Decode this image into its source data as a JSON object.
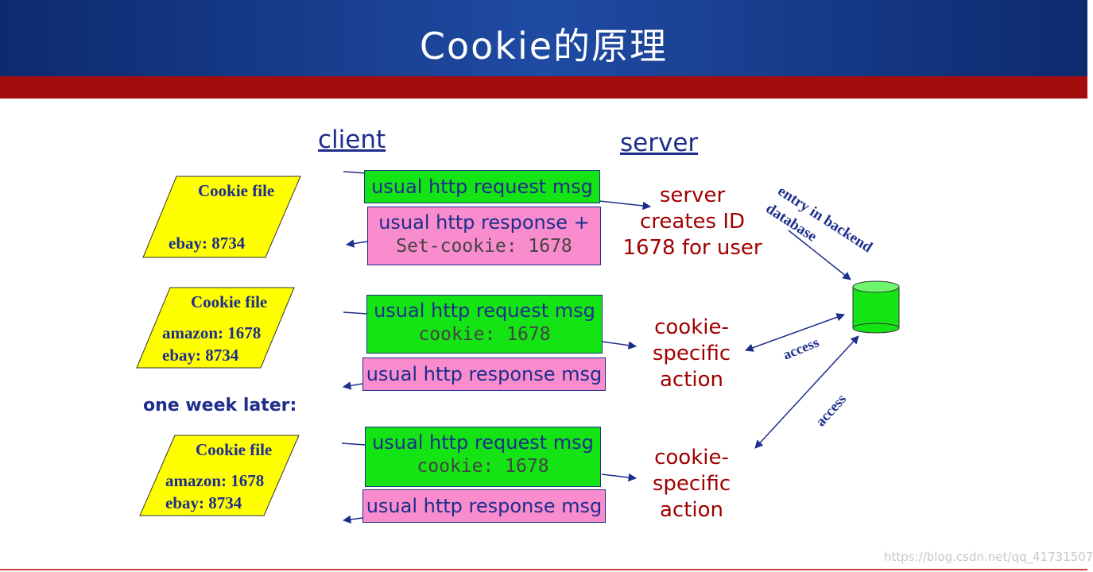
{
  "title": "Cookie的原理",
  "labels": {
    "client": "client",
    "server": "server",
    "one_week_later": "one week later:"
  },
  "cookie_files": [
    {
      "header": "Cookie file",
      "entries": [
        "ebay: 8734"
      ]
    },
    {
      "header": "Cookie file",
      "entries": [
        "amazon: 1678",
        "ebay: 8734"
      ]
    },
    {
      "header": "Cookie file",
      "entries": [
        "amazon: 1678",
        "ebay: 8734"
      ]
    }
  ],
  "messages": {
    "req1": "usual http request msg",
    "resp1_line1": "usual http response +",
    "resp1_line2": "Set-cookie: 1678",
    "req2_line1": "usual http request msg",
    "req2_line2": "cookie: 1678",
    "resp2": "usual http response msg",
    "req3_line1": "usual http request msg",
    "req3_line2": "cookie: 1678",
    "resp3": "usual http response msg"
  },
  "server_actions": {
    "create": [
      "server",
      "creates ID",
      "1678 for user"
    ],
    "action1": [
      "cookie-",
      "specific",
      "action"
    ],
    "action2": [
      "cookie-",
      "specific",
      "action"
    ]
  },
  "database": {
    "label_line1": "entry in backend",
    "label_line2": "database",
    "access1": "access",
    "access2": "access"
  },
  "watermark": "https://blog.csdn.net/qq_41731507",
  "colors": {
    "header": "#1f4ba3",
    "redbar": "#a30d0d",
    "request": "#14e314",
    "response": "#f98ccc",
    "cookie_file": "#ffff00",
    "server_text": "#a00000",
    "db": "#14e314"
  }
}
